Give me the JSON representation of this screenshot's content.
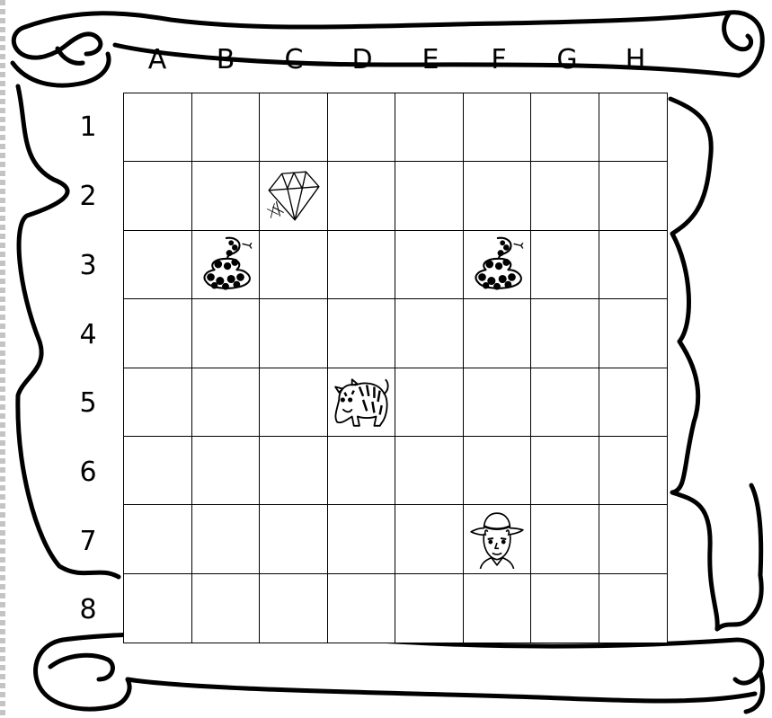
{
  "board": {
    "columns": [
      "A",
      "B",
      "C",
      "D",
      "E",
      "F",
      "G",
      "H"
    ],
    "rows": [
      "1",
      "2",
      "3",
      "4",
      "5",
      "6",
      "7",
      "8"
    ],
    "pieces": [
      {
        "type": "diamond",
        "icon": "diamond-icon",
        "col": "C",
        "row": "2"
      },
      {
        "type": "snake",
        "icon": "snake-icon",
        "col": "B",
        "row": "3"
      },
      {
        "type": "snake",
        "icon": "snake-icon",
        "col": "F",
        "row": "3"
      },
      {
        "type": "tiger",
        "icon": "tiger-icon",
        "col": "D",
        "row": "5"
      },
      {
        "type": "explorer",
        "icon": "explorer-icon",
        "col": "F",
        "row": "7"
      }
    ]
  },
  "colors": {
    "ink": "#000000",
    "paper": "#ffffff",
    "dashed_edge": "#c4c4c4"
  }
}
